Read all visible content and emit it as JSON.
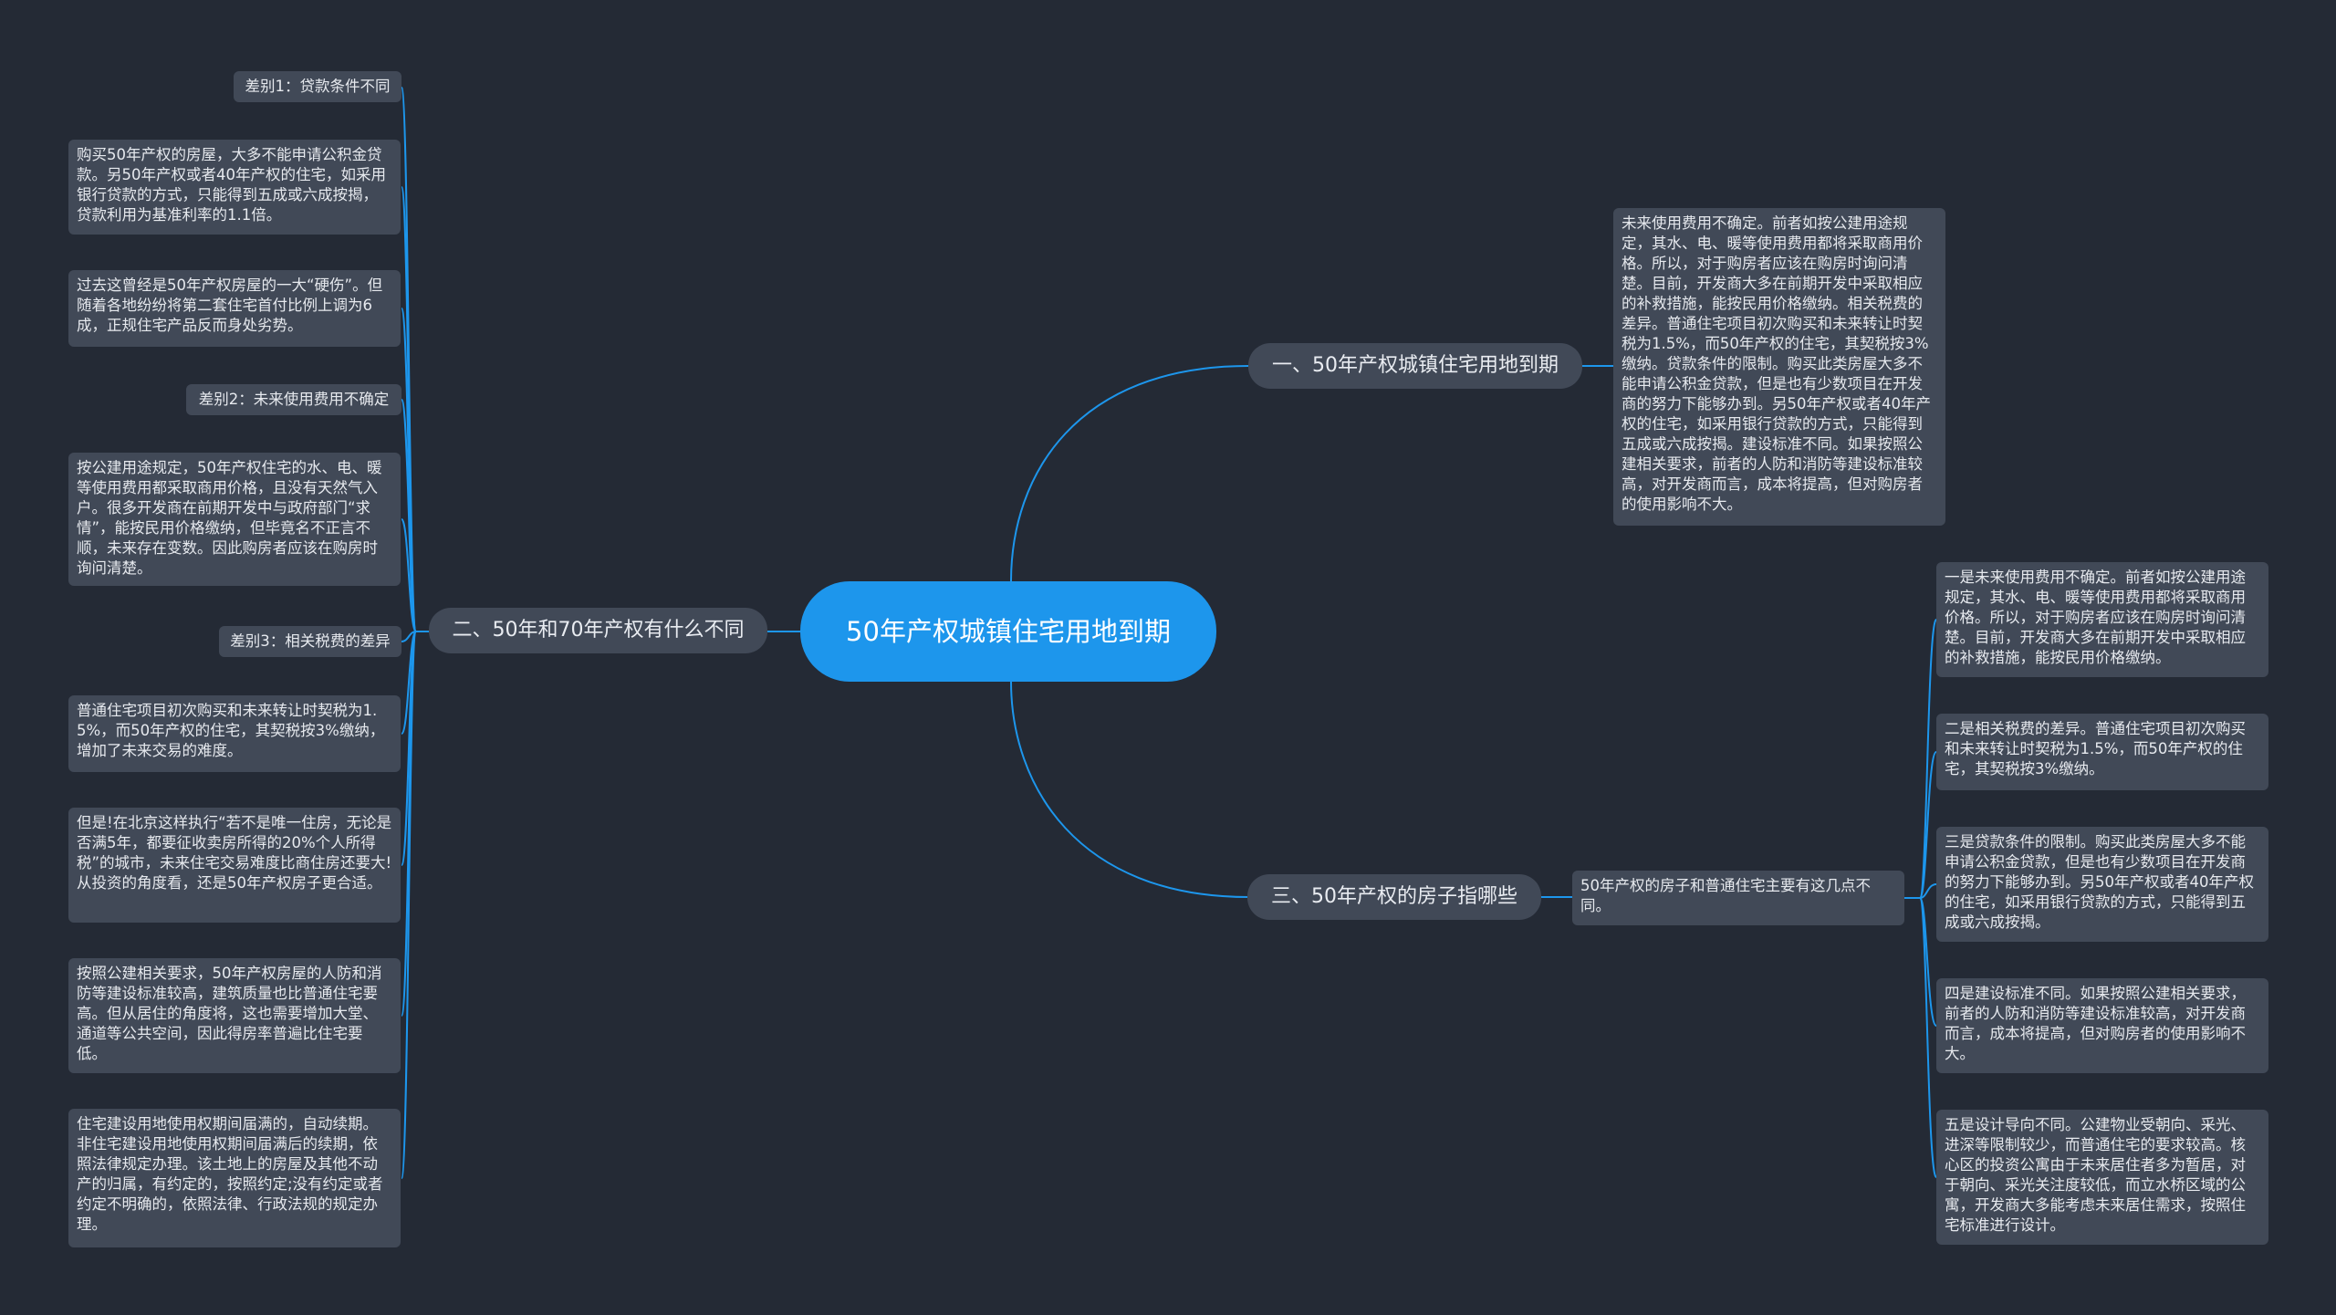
{
  "root": {
    "title": "50年产权城镇住宅用地到期"
  },
  "branches": {
    "b1": {
      "label": "一、50年产权城镇住宅用地到期",
      "detail": "未来使用费用不确定。前者如按公建用途规定，其水、电、暖等使用费用都将采取商用价格。所以，对于购房者应该在购房时询问清楚。目前，开发商大多在前期开发中采取相应的补救措施，能按民用价格缴纳。相关税费的差异。普通住宅项目初次购买和未来转让时契税为1.5%，而50年产权的住宅，其契税按3%缴纳。贷款条件的限制。购买此类房屋大多不能申请公积金贷款，但是也有少数项目在开发商的努力下能够办到。另50年产权或者40年产权的住宅，如采用银行贷款的方式，只能得到五成或六成按揭。建设标准不同。如果按照公建相关要求，前者的人防和消防等建设标准较高，对开发商而言，成本将提高，但对购房者的使用影响不大。"
    },
    "b2": {
      "label": "二、50年和70年产权有什么不同",
      "items": [
        "差别1：贷款条件不同",
        "购买50年产权的房屋，大多不能申请公积金贷款。另50年产权或者40年产权的住宅，如采用银行贷款的方式，只能得到五成或六成按揭，贷款利用为基准利率的1.1倍。",
        "过去这曾经是50年产权房屋的一大“硬伤”。但随着各地纷纷将第二套住宅首付比例上调为6成，正规住宅产品反而身处劣势。",
        "差别2：未来使用费用不确定",
        "按公建用途规定，50年产权住宅的水、电、暖等使用费用都采取商用价格，且没有天然气入户。很多开发商在前期开发中与政府部门“求情”，能按民用价格缴纳，但毕竟名不正言不顺，未来存在变数。因此购房者应该在购房时询问清楚。",
        "差别3：相关税费的差异",
        "普通住宅项目初次购买和未来转让时契税为1.5%，而50年产权的住宅，其契税按3%缴纳，增加了未来交易的难度。",
        "但是!在北京这样执行“若不是唯一住房，无论是否满5年，都要征收卖房所得的20%个人所得税”的城市，未来住宅交易难度比商住房还要大!从投资的角度看，还是50年产权房子更合适。",
        "按照公建相关要求，50年产权房屋的人防和消防等建设标准较高，建筑质量也比普通住宅要高。但从居住的角度将，这也需要增加大堂、通道等公共空间，因此得房率普遍比住宅要低。",
        "住宅建设用地使用权期间届满的，自动续期。非住宅建设用地使用权期间届满后的续期，依照法律规定办理。该土地上的房屋及其他不动产的归属，有约定的，按照约定;没有约定或者约定不明确的，依照法律、行政法规的规定办理。"
      ]
    },
    "b3": {
      "label": "三、50年产权的房子指哪些",
      "intro": "50年产权的房子和普通住宅主要有这几点不同。",
      "items": [
        "一是未来使用费用不确定。前者如按公建用途规定，其水、电、暖等使用费用都将采取商用价格。所以，对于购房者应该在购房时询问清楚。目前，开发商大多在前期开发中采取相应的补救措施，能按民用价格缴纳。",
        "二是相关税费的差异。普通住宅项目初次购买和未来转让时契税为1.5%，而50年产权的住宅，其契税按3%缴纳。",
        "三是贷款条件的限制。购买此类房屋大多不能申请公积金贷款，但是也有少数项目在开发商的努力下能够办到。另50年产权或者40年产权的住宅，如采用银行贷款的方式，只能得到五成或六成按揭。",
        "四是建设标准不同。如果按照公建相关要求，前者的人防和消防等建设标准较高，对开发商而言，成本将提高，但对购房者的使用影响不大。",
        "五是设计导向不同。公建物业受朝向、采光、进深等限制较少，而普通住宅的要求较高。核心区的投资公寓由于未来居住者多为暂居，对于朝向、采光关注度较低，而立水桥区域的公寓，开发商大多能考虑未来居住需求，按照住宅标准进行设计。"
      ]
    }
  },
  "colors": {
    "background": "#242a35",
    "node": "#414957",
    "root": "#1d96ec",
    "link": "#1d96ec",
    "text": "#e6e9ee"
  }
}
